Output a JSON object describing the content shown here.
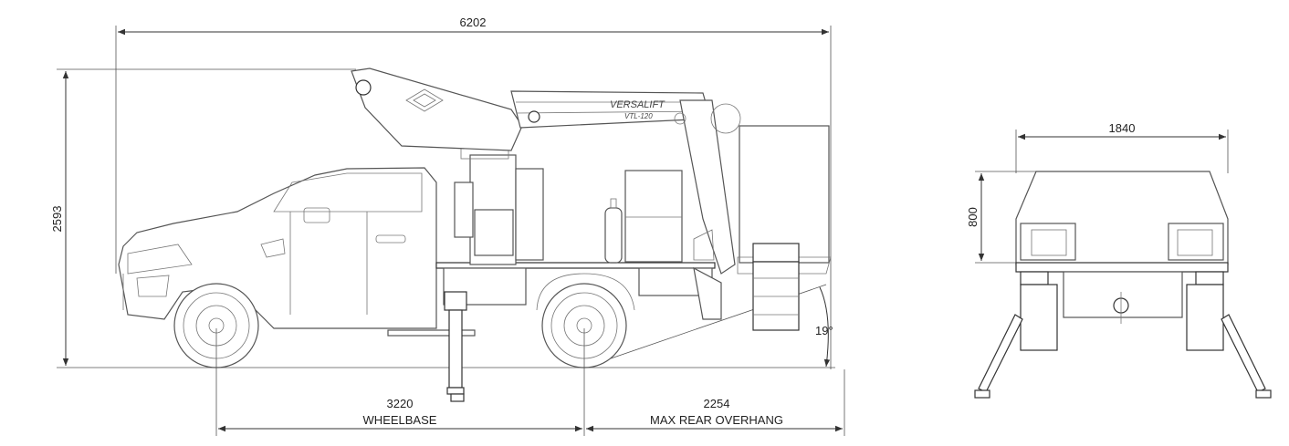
{
  "side_view": {
    "overall_length": "6202",
    "overall_height": "2593",
    "wheelbase_value": "3220",
    "wheelbase_label": "WHEELBASE",
    "rear_overhang_value": "2254",
    "rear_overhang_label": "MAX REAR OVERHANG",
    "departure_angle": "19°",
    "brand_text": "VERSALIFT",
    "model_text": "VTL-120"
  },
  "rear_view": {
    "overall_width": "1840",
    "basket_height": "800"
  },
  "colors": {
    "line": "#555555",
    "dimension": "#333333",
    "background": "#ffffff"
  }
}
